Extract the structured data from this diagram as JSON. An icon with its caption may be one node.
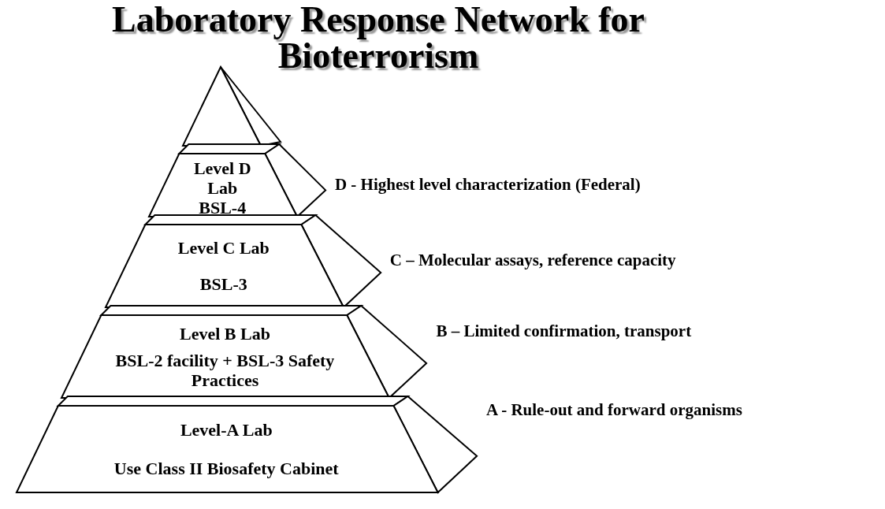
{
  "diagram": {
    "title": "Laboratory Response Network for Bioterrorism",
    "nodes": [
      {
        "text": [],
        "shape": "triangle"
      },
      {
        "text": [
          "Level D Lab",
          "BSL-4"
        ],
        "beside": [
          "D - Highest level characterization (Federal)"
        ]
      },
      {
        "text": [
          "Level C Lab",
          "BSL-3"
        ],
        "beside": [
          "C – Molecular assays, reference capacity"
        ]
      },
      {
        "text": [
          "Level B Lab",
          "BSL-2 facility + BSL-3 Safety Practices"
        ],
        "beside": [
          "B – Limited confirmation, transport"
        ]
      },
      {
        "text": [
          "Level-A Lab",
          "Use Class II Biosafety Cabinet"
        ],
        "beside": [
          "A - Rule-out and forward organisms"
        ]
      }
    ]
  }
}
